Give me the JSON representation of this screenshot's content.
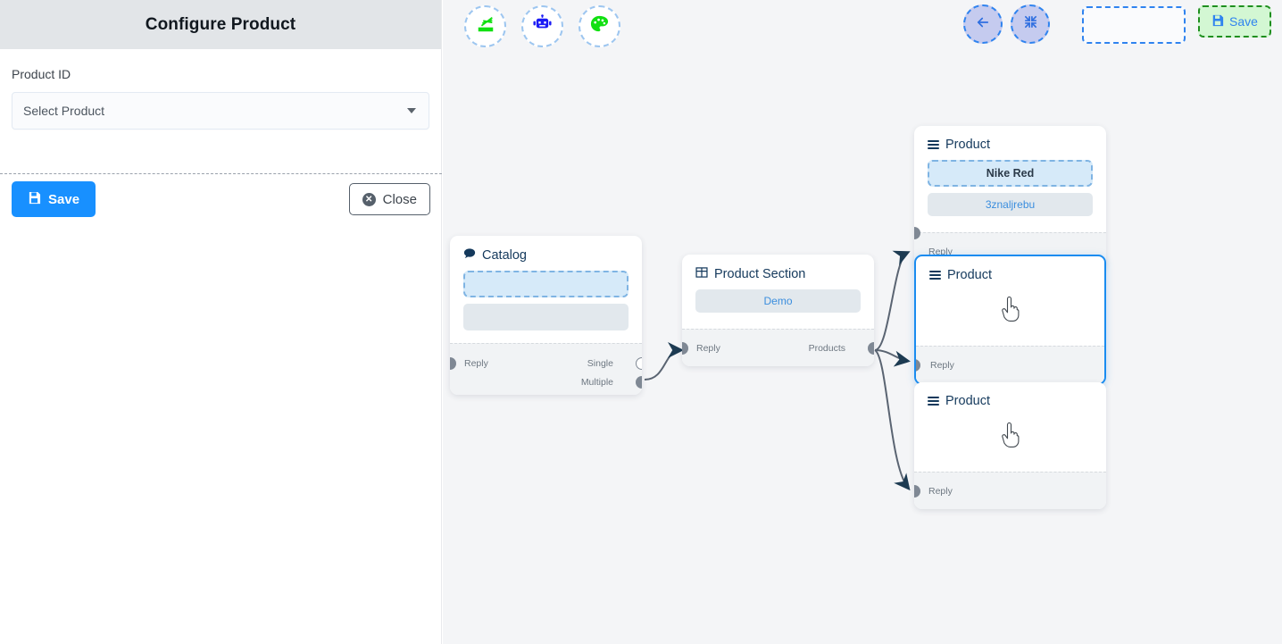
{
  "panel": {
    "title": "Configure Product",
    "field_label": "Product ID",
    "select_value": "Select Product",
    "save_label": "Save",
    "close_label": "Close",
    "save_icon": "floppy-disk-icon",
    "close_icon": "close-circle-icon",
    "caret_icon": "chevron-down-icon"
  },
  "toolbar_left": {
    "buttons": [
      {
        "name": "stack-icon",
        "glyph": "stack"
      },
      {
        "name": "robot-icon",
        "glyph": "robot"
      },
      {
        "name": "palette-icon",
        "glyph": "palette"
      }
    ]
  },
  "toolbar_right": {
    "back_icon": "arrow-left-icon",
    "fit_icon": "compress-icon",
    "empty_placeholder": "",
    "save_label": "Save",
    "save_icon": "floppy-disk-icon"
  },
  "nodes": [
    {
      "id": "product-top",
      "title": "Product",
      "icon": "hamburger-icon",
      "slots": [
        {
          "type": "dashed",
          "text": "Nike Red"
        },
        {
          "type": "gray",
          "text": "3znaljrebu"
        }
      ],
      "ports_left": [],
      "ports_right": []
    },
    {
      "id": "catalog",
      "title": "Catalog",
      "icon": "chat-bubble-icon",
      "slots": [
        {
          "type": "dashed-blank",
          "text": ""
        },
        {
          "type": "gray-blank",
          "text": ""
        }
      ],
      "port_in": "Reply",
      "ports_out": [
        "Single",
        "Multiple"
      ]
    },
    {
      "id": "product-section",
      "title": "Product Section",
      "icon": "table-icon",
      "slots": [
        {
          "type": "gray",
          "text": "Demo"
        }
      ],
      "port_in": "Reply",
      "ports_out": [
        "Products"
      ]
    },
    {
      "id": "product-selected",
      "title": "Product",
      "icon": "hamburger-icon",
      "slots": [
        {
          "type": "cursor",
          "text": ""
        }
      ],
      "port_in": "Reply",
      "selected": true
    },
    {
      "id": "product-bottom",
      "title": "Product",
      "icon": "hamburger-icon",
      "slots": [
        {
          "type": "cursor",
          "text": ""
        }
      ],
      "port_in": "Reply",
      "selected": false
    }
  ],
  "node_labels": {
    "product": "Product",
    "catalog": "Catalog",
    "product_section": "Product Section",
    "reply": "Reply",
    "single": "Single",
    "multiple": "Multiple",
    "products": "Products",
    "nike_red": "Nike Red",
    "znaljrebu": "3znaljrebu",
    "demo": "Demo"
  },
  "colors": {
    "accent_blue": "#1890ff",
    "canvas_bg": "#f4f5f7",
    "panel_header_bg": "#e2e5e8",
    "selected_border": "#1a8cf0",
    "green_save_bg": "#d3f7d3",
    "lavender": "#c5cbef",
    "edge_stroke": "#5a6472"
  }
}
